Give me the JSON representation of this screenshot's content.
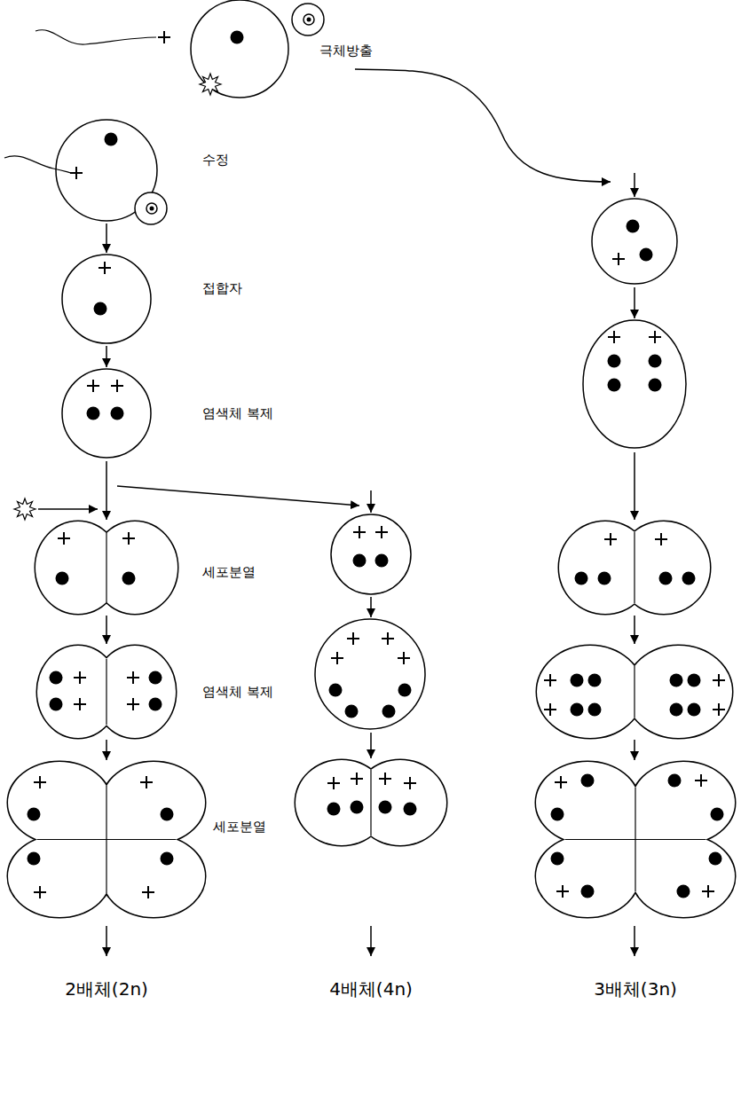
{
  "diagram": {
    "labels": [
      "극체방출",
      "수정",
      "접합자",
      "염색체 복제",
      "세포분열",
      "염색체 복제",
      "세포분열",
      "2배체(2n)",
      "4배체(4n)",
      "3배체(3n)"
    ]
  }
}
